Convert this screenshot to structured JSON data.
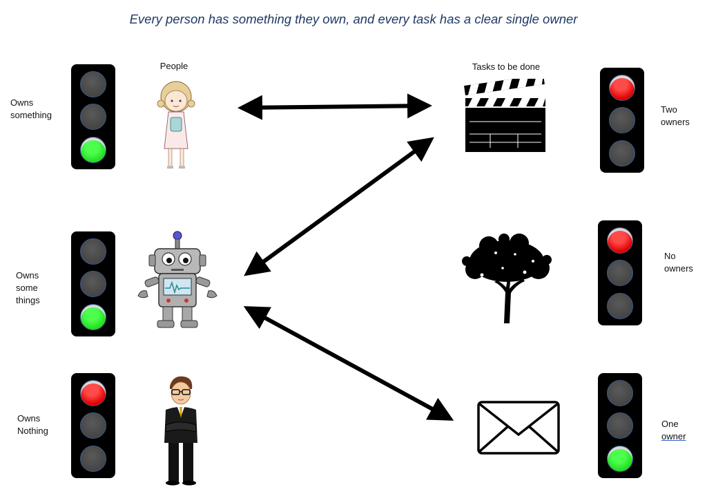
{
  "title": "Every person has something they own, and every task has a clear single owner",
  "headers": {
    "people": "People",
    "tasks": "Tasks to be done"
  },
  "people": [
    {
      "label_lines": [
        "Owns",
        "something"
      ],
      "light": "green"
    },
    {
      "label_lines": [
        "Owns",
        "some",
        "things"
      ],
      "light": "green"
    },
    {
      "label_lines": [
        "Owns",
        "Nothing"
      ],
      "light": "red"
    }
  ],
  "tasks": [
    {
      "label_lines": [
        "Two",
        "owners"
      ],
      "light": "red"
    },
    {
      "label_lines": [
        "No",
        "owners"
      ],
      "light": "red"
    },
    {
      "label_lines": [
        "One",
        "owner"
      ],
      "light": "green"
    }
  ],
  "icons": {
    "people": [
      "woman-icon",
      "robot-icon",
      "businessman-icon"
    ],
    "tasks": [
      "clapperboard-icon",
      "tree-icon",
      "envelope-icon"
    ]
  },
  "colors": {
    "title": "#1f3864",
    "red": "#e00000",
    "green": "#22dd22",
    "housing": "#000000"
  }
}
